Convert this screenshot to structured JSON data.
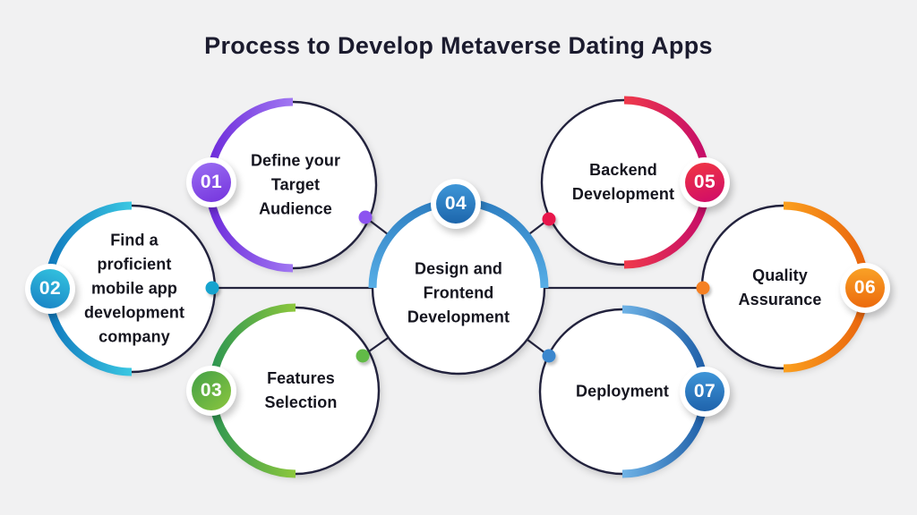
{
  "title": "Process to Develop Metaverse Dating Apps",
  "background_color": "#F1F1F2",
  "outline_color": "#24243E",
  "steps": [
    {
      "number": "01",
      "label": "Define your\nTarget\nAudience",
      "accent_color": "#8B5CF0"
    },
    {
      "number": "02",
      "label": "Find a\nproficient\nmobile app\ndevelopment\ncompany",
      "accent_color": "#1FA9D6"
    },
    {
      "number": "03",
      "label": "Features\nSelection",
      "accent_color": "#62BA47"
    },
    {
      "number": "04",
      "label": "Design and\nFrontend\nDevelopment",
      "accent_color": "#3489CC"
    },
    {
      "number": "05",
      "label": "Backend\nDevelopment",
      "accent_color": "#DD1755"
    },
    {
      "number": "06",
      "label": "Quality\nAssurance",
      "accent_color": "#F58020"
    },
    {
      "number": "07",
      "label": "Deployment",
      "accent_color": "#3A87CE"
    }
  ]
}
